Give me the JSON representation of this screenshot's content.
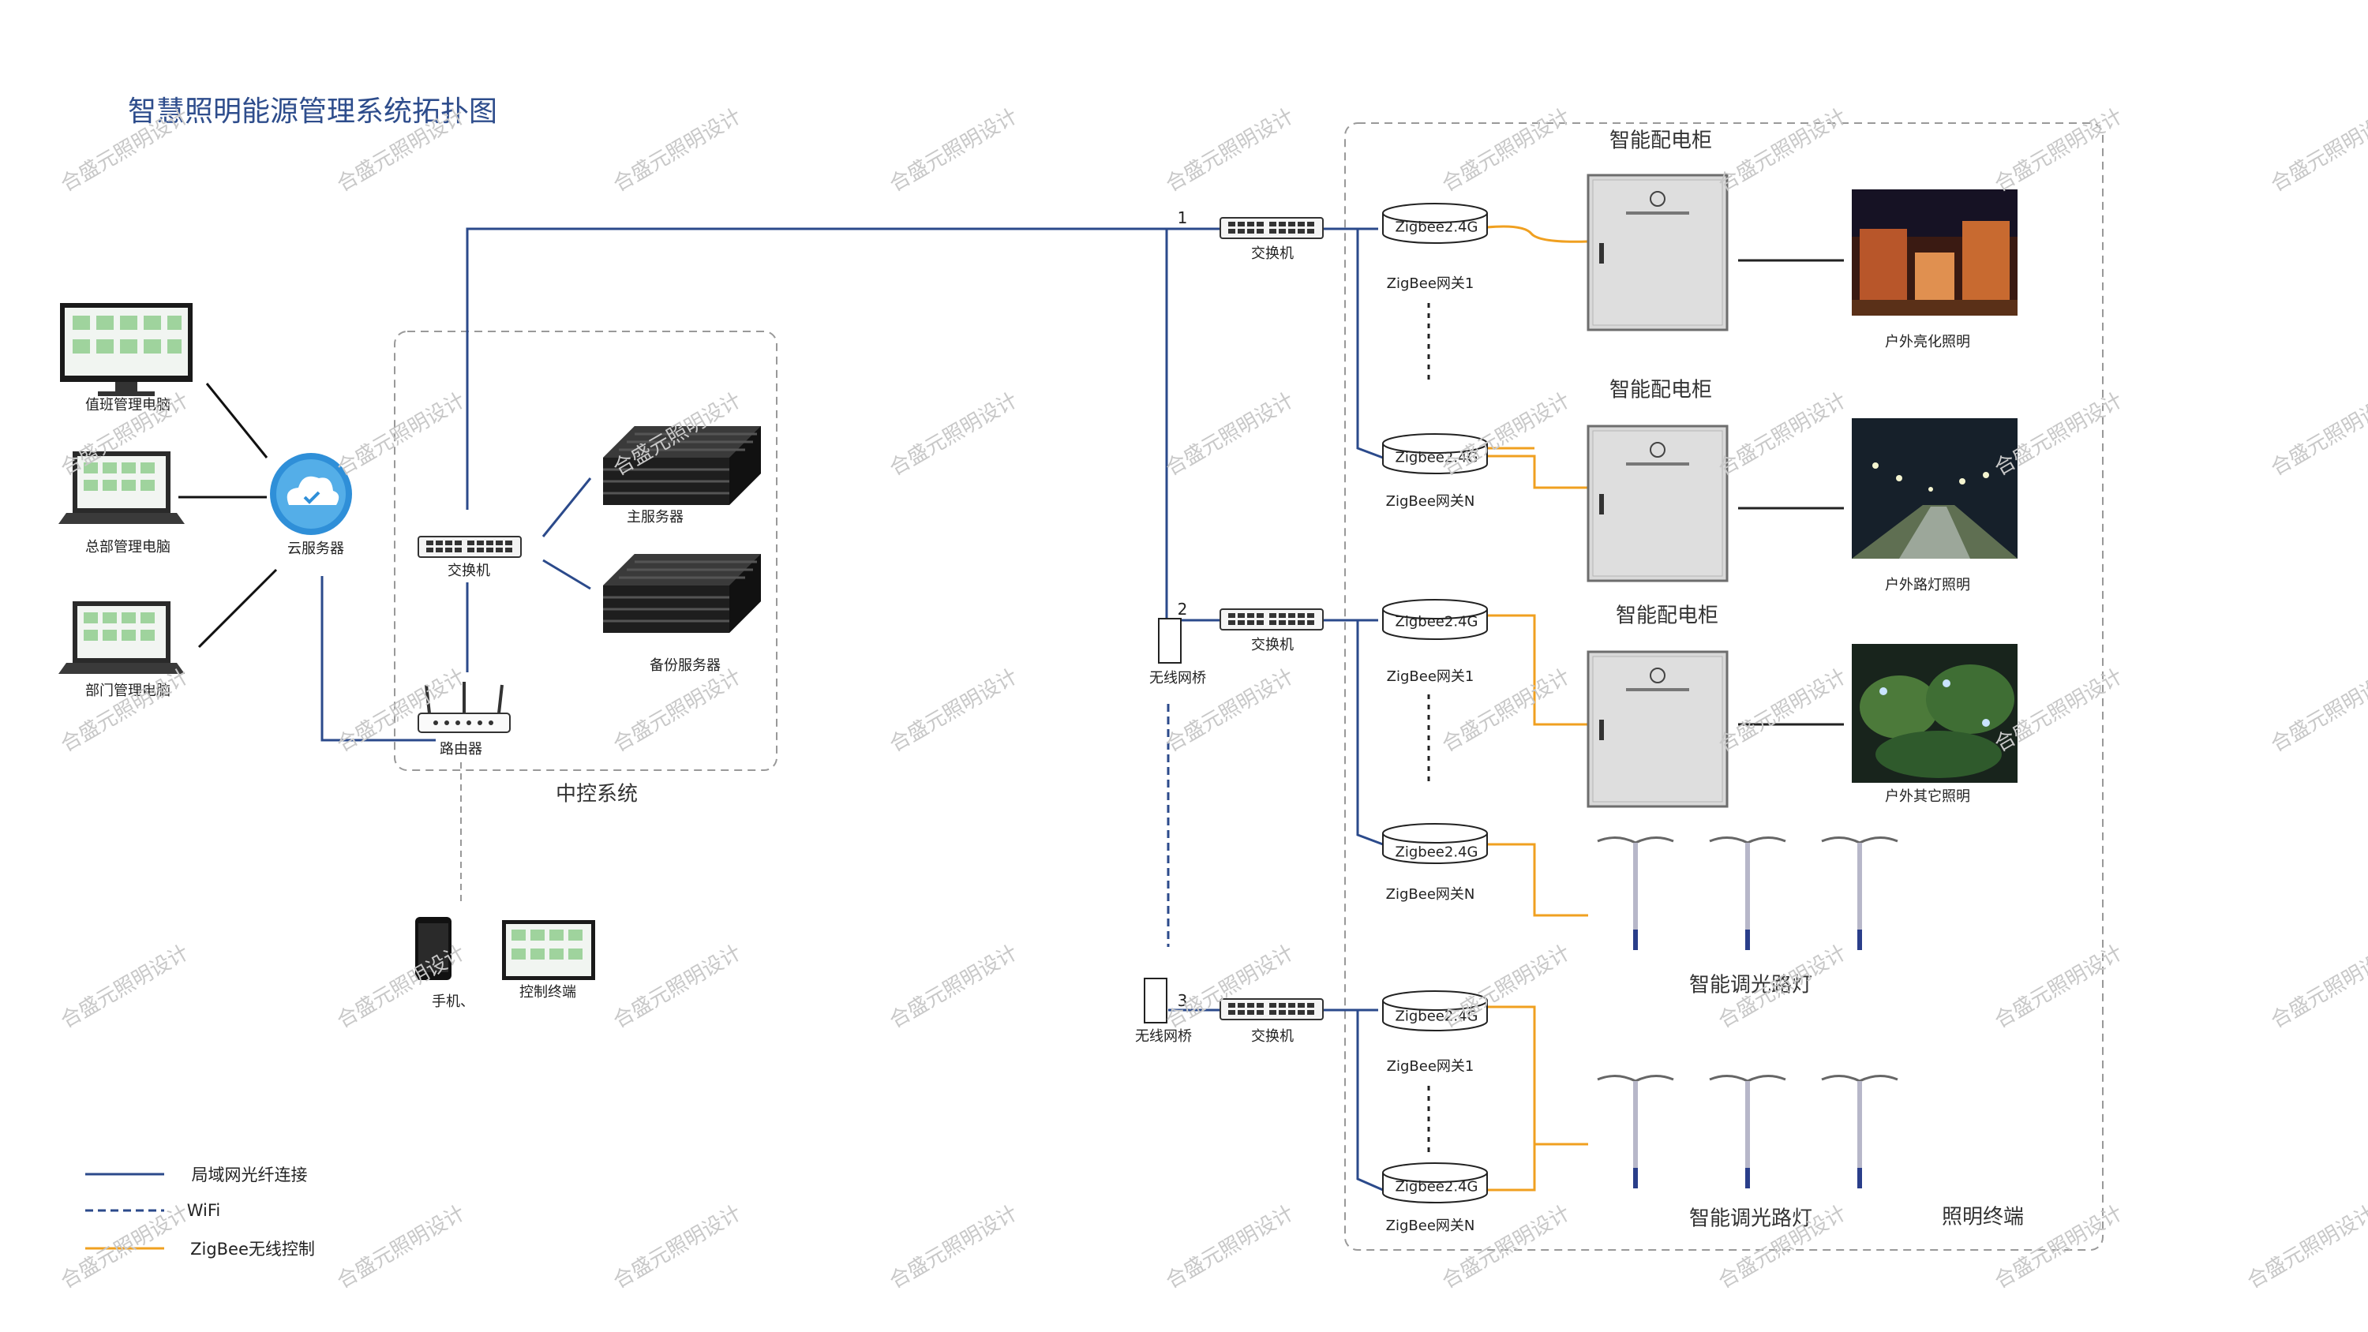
{
  "title": "智慧照明能源管理系统拓扑图",
  "colors": {
    "fiber": "#2b4a8b",
    "wifi": "#2b4a8b",
    "zigbee": "#f0a020",
    "frame": "#999999"
  },
  "left": {
    "duty_pc": "值班管理电脑",
    "hq_pc": "总部管理电脑",
    "dept_pc": "部门管理电脑",
    "cloud": "云服务器"
  },
  "central": {
    "switch": "交换机",
    "main_server": "主服务器",
    "backup_server": "备份服务器",
    "router": "路由器",
    "group_label": "中控系统"
  },
  "mobile": {
    "phone": "手机、",
    "terminal": "控制终端"
  },
  "branches": {
    "n1": "1",
    "n2": "2",
    "n3": "3",
    "switch1": "交换机",
    "switch2": "交换机",
    "switch3": "交换机",
    "bridge2": "无线网桥",
    "bridge3": "无线网桥"
  },
  "gateways": {
    "chip": "Zigbee2.4G",
    "g1": "ZigBee网关1",
    "g2": "ZigBee网关N",
    "g3": "ZigBee网关1",
    "g4": "ZigBee网关N",
    "g5": "ZigBee网关1",
    "g6": "ZigBee网关N"
  },
  "cabinets": {
    "c1": "智能配电柜",
    "c2": "智能配电柜",
    "c3": "智能配电柜"
  },
  "photos": {
    "p1": "户外亮化照明",
    "p2": "户外路灯照明",
    "p3": "户外其它照明"
  },
  "streetlights": {
    "s1": "智能调光路灯",
    "s2": "智能调光路灯"
  },
  "terminal_group": "照明终端",
  "legend": {
    "fiber": "局域网光纤连接",
    "wifi": "WiFi",
    "zigbee": "ZigBee无线控制"
  },
  "watermark": "合盛元照明设计"
}
